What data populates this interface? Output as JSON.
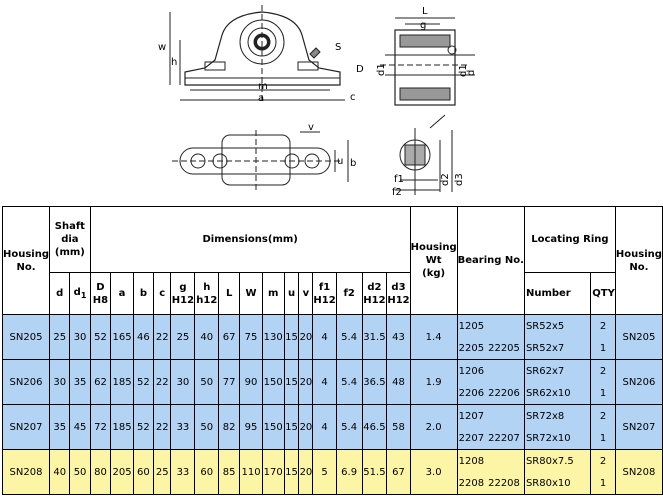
{
  "drawing_labels": {
    "w": "w",
    "h": "h",
    "m": "m",
    "a": "a",
    "s": "S",
    "l": "L",
    "g": "g",
    "d1": "d1",
    "d": "d",
    "c": "c",
    "v": "v",
    "u": "u",
    "b": "b",
    "f1": "f1",
    "f2": "f2",
    "dd": "D",
    "d2": "d2",
    "d3": "d3"
  },
  "header": {
    "housing_no": [
      "Housing",
      "No."
    ],
    "shaft_dia": [
      "Shaft",
      "dia",
      "(mm)"
    ],
    "dimensions": "Dimensions(mm)",
    "housing_wt": [
      "Housing",
      "Wt",
      "(kg)"
    ],
    "bearing_no": "Bearing No.",
    "locating_ring": "Locating Ring",
    "number": "Number",
    "qty": "QTY",
    "col_d": "d",
    "col_d1": "d",
    "col_d1_sub": "1",
    "col_D": [
      "D",
      "H8"
    ],
    "col_a": "a",
    "col_b": "b",
    "col_c": "c",
    "col_g": [
      "g",
      "H12"
    ],
    "col_h": [
      "h",
      "h12"
    ],
    "col_L": "L",
    "col_W": "W",
    "col_m": "m",
    "col_u": "u",
    "col_v": "v",
    "col_f1": [
      "f1",
      "H12"
    ],
    "col_f2": "f2",
    "col_d2": [
      "d2",
      "H12"
    ],
    "col_d3": [
      "d3",
      "H12"
    ]
  },
  "rows": [
    {
      "housing": "SN205",
      "d": "25",
      "d1": "30",
      "D": "52",
      "a": "165",
      "b": "46",
      "c": "22",
      "g": "25",
      "h": "40",
      "L": "67",
      "W": "75",
      "m": "130",
      "u": "15",
      "v": "20",
      "f1": "4",
      "f2": "5.4",
      "d2": "31.5",
      "d3": "43",
      "wt": "1.4",
      "bearing_a": "1205",
      "bearing_b": "2205",
      "bearing_c": "22205",
      "ring_a": "SR52x5",
      "ring_b": "SR52x7",
      "qty_a": "2",
      "qty_b": "1",
      "color": "blue"
    },
    {
      "housing": "SN206",
      "d": "30",
      "d1": "35",
      "D": "62",
      "a": "185",
      "b": "52",
      "c": "22",
      "g": "30",
      "h": "50",
      "L": "77",
      "W": "90",
      "m": "150",
      "u": "15",
      "v": "20",
      "f1": "4",
      "f2": "5.4",
      "d2": "36.5",
      "d3": "48",
      "wt": "1.9",
      "bearing_a": "1206",
      "bearing_b": "2206",
      "bearing_c": "22206",
      "ring_a": "SR62x7",
      "ring_b": "SR62x10",
      "qty_a": "2",
      "qty_b": "1",
      "color": "blue"
    },
    {
      "housing": "SN207",
      "d": "35",
      "d1": "45",
      "D": "72",
      "a": "185",
      "b": "52",
      "c": "22",
      "g": "33",
      "h": "50",
      "L": "82",
      "W": "95",
      "m": "150",
      "u": "15",
      "v": "20",
      "f1": "4",
      "f2": "5.4",
      "d2": "46.5",
      "d3": "58",
      "wt": "2.0",
      "bearing_a": "1207",
      "bearing_b": "2207",
      "bearing_c": "22207",
      "ring_a": "SR72x8",
      "ring_b": "SR72x10",
      "qty_a": "2",
      "qty_b": "1",
      "color": "blue"
    },
    {
      "housing": "SN208",
      "d": "40",
      "d1": "50",
      "D": "80",
      "a": "205",
      "b": "60",
      "c": "25",
      "g": "33",
      "h": "60",
      "L": "85",
      "W": "110",
      "m": "170",
      "u": "15",
      "v": "20",
      "f1": "5",
      "f2": "6.9",
      "d2": "51.5",
      "d3": "67",
      "wt": "3.0",
      "bearing_a": "1208",
      "bearing_b": "2208",
      "bearing_c": "22208",
      "ring_a": "SR80x7.5",
      "ring_b": "SR80x10",
      "qty_a": "2",
      "qty_b": "1",
      "color": "yellow"
    }
  ]
}
